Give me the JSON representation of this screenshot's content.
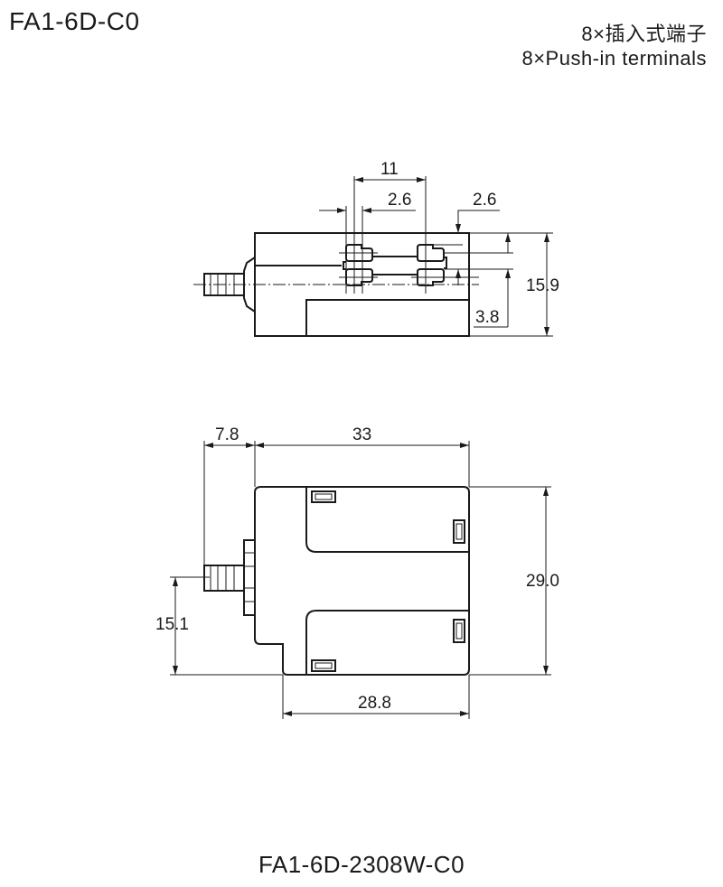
{
  "header": {
    "title": "FA1-6D-C0",
    "terminals_cn": "8×插入式端子",
    "terminals_en": "8×Push-in terminals"
  },
  "top_view": {
    "dimensions": {
      "pitch": "11",
      "terminal_width": "2.6",
      "terminal_offset": "2.6",
      "height": "15.9",
      "lower_offset": "3.8"
    }
  },
  "front_view": {
    "dimensions": {
      "fitting_length": "7.8",
      "body_length": "33",
      "body_height": "29.0",
      "fitting_height": "15.1",
      "base_length": "28.8"
    }
  },
  "footer": {
    "model": "FA1-6D-2308W-C0"
  }
}
